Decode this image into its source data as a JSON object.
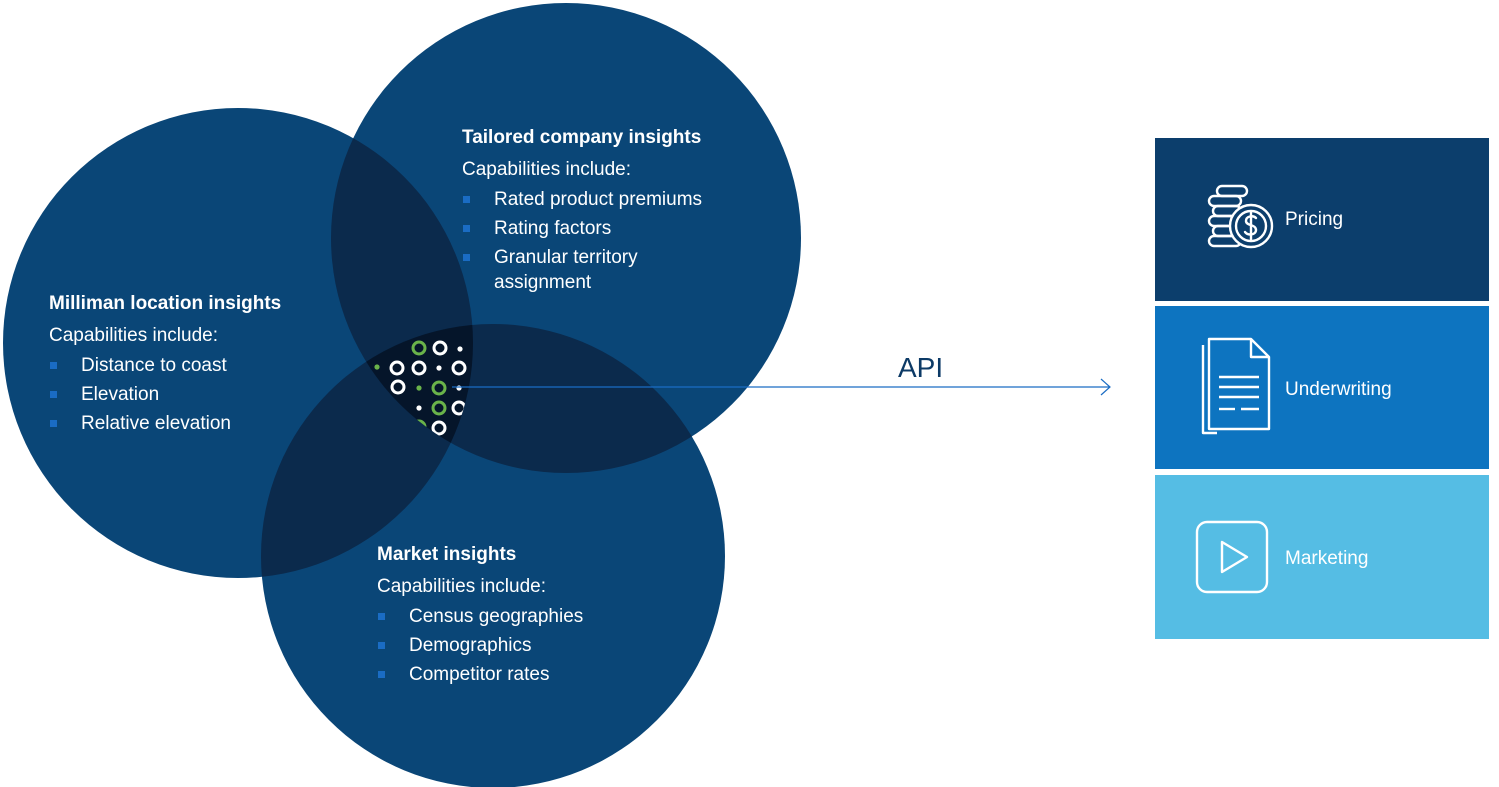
{
  "circles": {
    "location": {
      "title": "Milliman location insights",
      "subtitle": "Capabilities include:",
      "items": [
        "Distance to coast",
        "Elevation",
        "Relative elevation"
      ]
    },
    "company": {
      "title": "Tailored company insights",
      "subtitle": "Capabilities include:",
      "items": [
        "Rated product premiums",
        "Rating factors",
        "Granular territory assignment"
      ]
    },
    "market": {
      "title": "Market insights",
      "subtitle": "Capabilities include:",
      "items": [
        "Census geographies",
        "Demographics",
        "Competitor rates"
      ]
    }
  },
  "connector": {
    "label": "API"
  },
  "outputs": [
    {
      "label": "Pricing",
      "icon": "coin-stack-dollar-icon"
    },
    {
      "label": "Underwriting",
      "icon": "document-icon"
    },
    {
      "label": "Marketing",
      "icon": "play-button-icon"
    }
  ],
  "colors": {
    "circle": "#0a4677",
    "overlap": "#0b2a4c",
    "center": "#05152a",
    "bullet": "#1a6cc4",
    "dot_green": "#6ab34a",
    "pricing_bg": "#0c3e6c",
    "underwriting_bg": "#0d74c0",
    "marketing_bg": "#55bde4"
  }
}
